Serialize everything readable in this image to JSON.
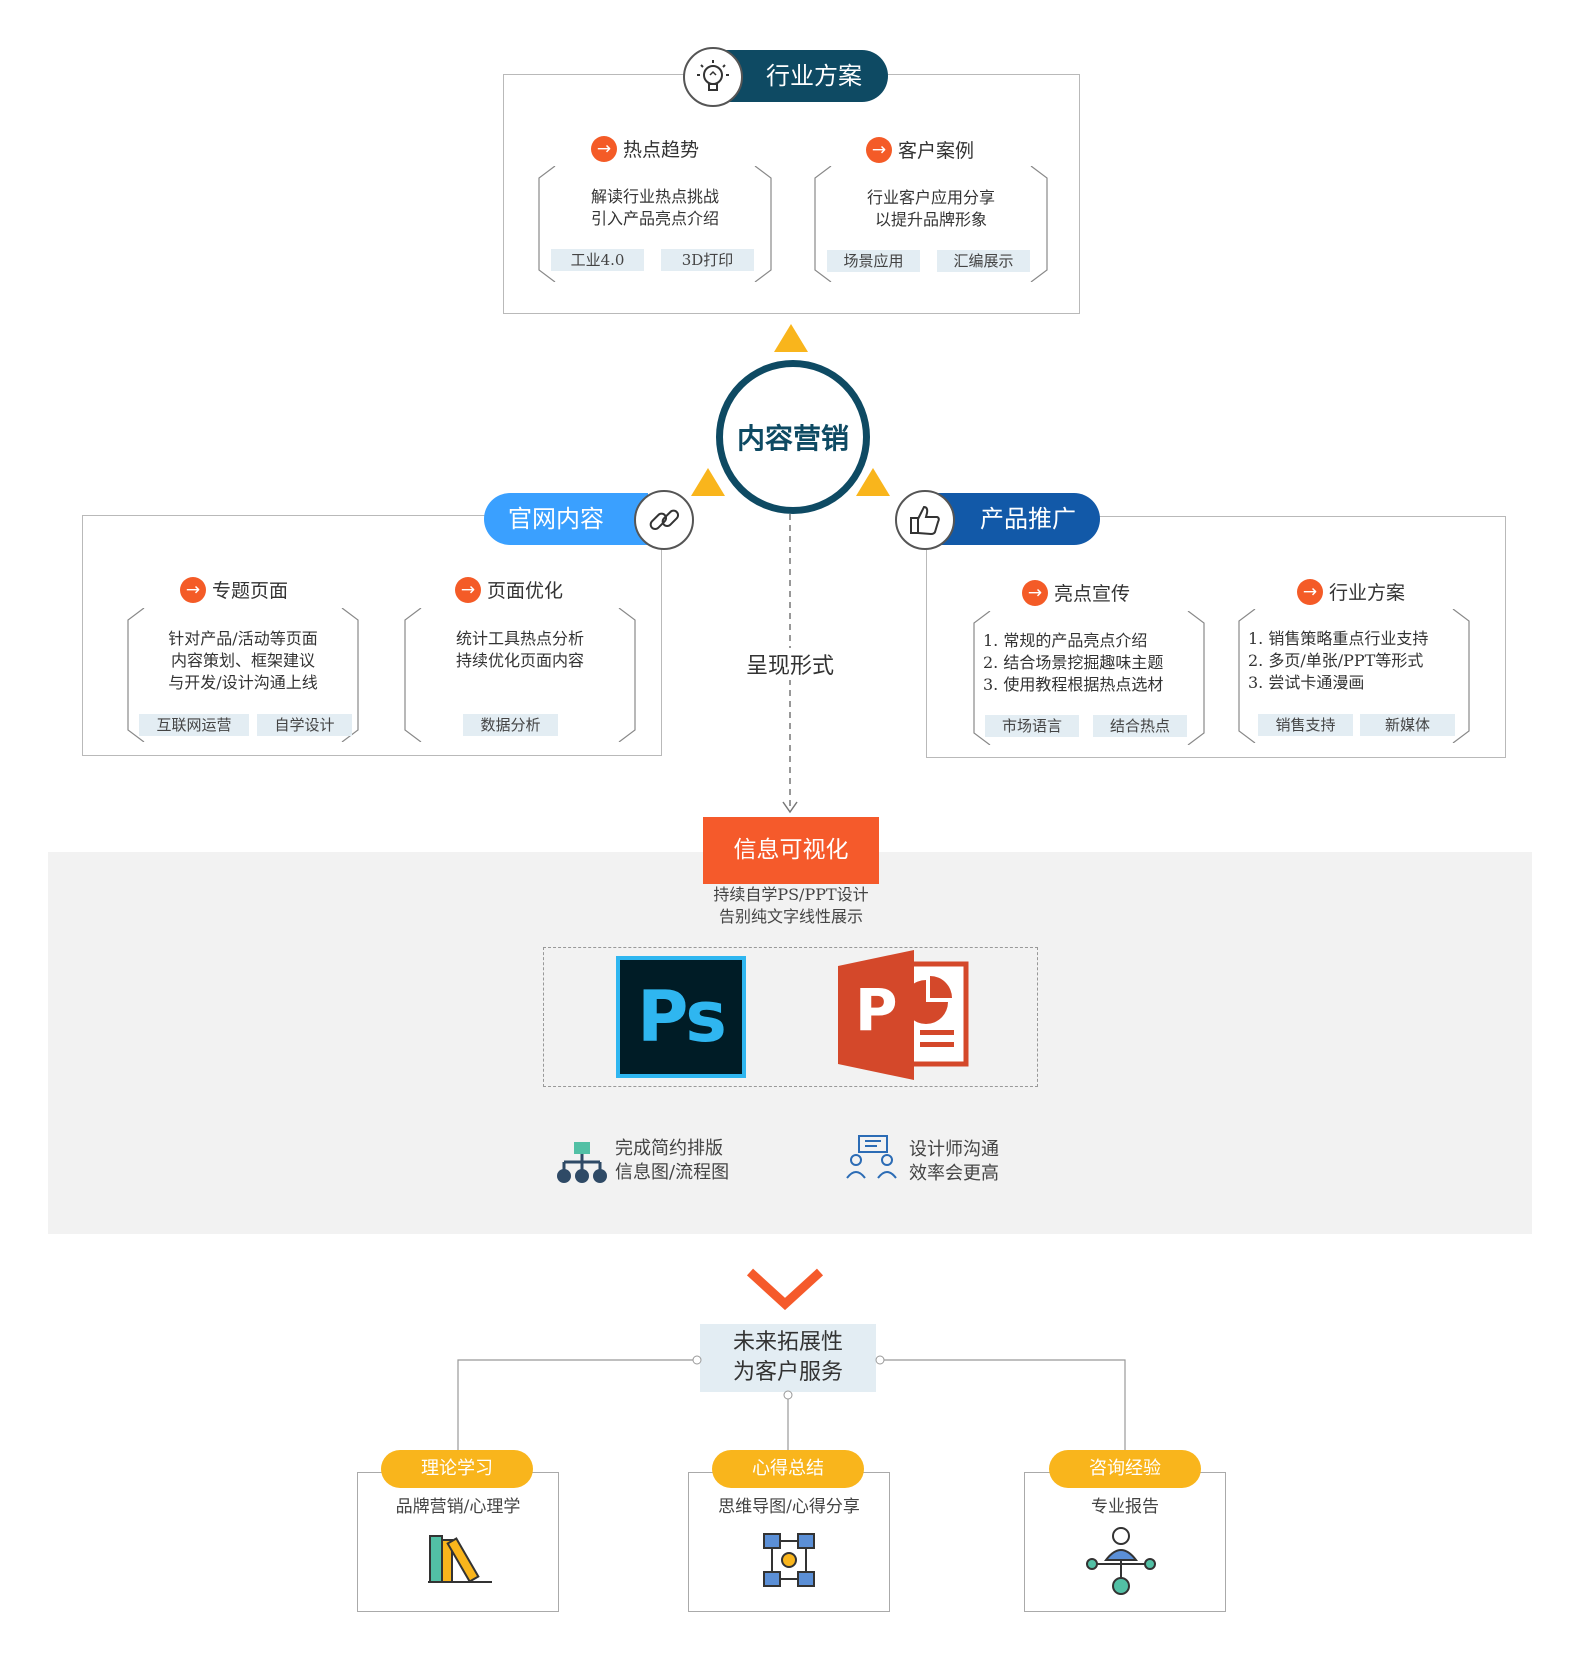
{
  "top": {
    "title": "行业方案",
    "left": {
      "heading": "热点趋势",
      "lines": [
        "解读行业热点挑战",
        "引入产品亮点介绍"
      ],
      "tags": [
        "工业4.0",
        "3D打印"
      ]
    },
    "right": {
      "heading": "客户案例",
      "lines": [
        "行业客户应用分享",
        "以提升品牌形象"
      ],
      "tags": [
        "场景应用",
        "汇编展示"
      ]
    }
  },
  "center": {
    "title": "内容营销",
    "link_label": "呈现形式"
  },
  "leftpanel": {
    "title": "官网内容",
    "left": {
      "heading": "专题页面",
      "lines": [
        "针对产品/活动等页面",
        "内容策划、框架建议",
        "与开发/设计沟通上线"
      ],
      "tags": [
        "互联网运营",
        "自学设计"
      ]
    },
    "right": {
      "heading": "页面优化",
      "lines": [
        "统计工具热点分析",
        "持续优化页面内容"
      ],
      "tags": [
        "数据分析"
      ]
    }
  },
  "rightpanel": {
    "title": "产品推广",
    "left": {
      "heading": "亮点宣传",
      "lines": [
        "1. 常规的产品亮点介绍",
        "2. 结合场景挖掘趣味主题",
        "3. 使用教程根据热点选材"
      ],
      "tags": [
        "市场语言",
        "结合热点"
      ]
    },
    "right": {
      "heading": "行业方案",
      "lines": [
        "1. 销售策略重点行业支持",
        "2. 多页/单张/PPT等形式",
        "3.  尝试卡通漫画"
      ],
      "tags": [
        "销售支持",
        "新媒体"
      ]
    }
  },
  "visual": {
    "title": "信息可视化",
    "lines": [
      "持续自学PS/PPT设计",
      "告别纯文字线性展示"
    ],
    "ps_label": "Ps",
    "ppt_label": "P",
    "note1": [
      "完成简约排版",
      "信息图/流程图"
    ],
    "note2": [
      "设计师沟通",
      "效率会更高"
    ]
  },
  "future": {
    "title_lines": [
      "未来拓展性",
      "为客户服务"
    ],
    "items": [
      {
        "badge": "理论学习",
        "text": "品牌营销/心理学"
      },
      {
        "badge": "心得总结",
        "text": "思维导图/心得分享"
      },
      {
        "badge": "咨询经验",
        "text": "专业报告"
      }
    ]
  },
  "colors": {
    "dark": "#0e4a63",
    "orange": "#f55a2b",
    "blue": "#3aa0ff",
    "navy": "#1259a8",
    "yellow": "#f9b51c",
    "tag": "#e3edf3"
  }
}
